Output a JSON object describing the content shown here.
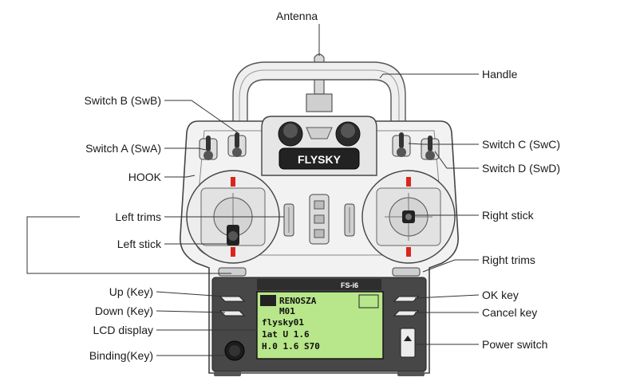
{
  "device": {
    "brand": "FLYSKY",
    "model": "FS-i6",
    "lcd_lines": [
      "RENOSZA",
      "M01",
      "flysky01",
      "1at U 1.6",
      "H.0 1.6 S70"
    ]
  },
  "labels": {
    "antenna": "Antenna",
    "handle": "Handle",
    "switch_b": "Switch B (SwB)",
    "switch_a": "Switch A (SwA)",
    "switch_c": "Switch C (SwC)",
    "switch_d": "Switch D (SwD)",
    "hook": "HOOK",
    "left_trims": "Left trims",
    "left_stick": "Left stick",
    "right_stick": "Right stick",
    "right_trims": "Right trims",
    "up_key": "Up (Key)",
    "down_key": "Down (Key)",
    "lcd_display": "LCD display",
    "binding_key": "Binding(Key)",
    "ok_key": "OK key",
    "cancel_key": "Cancel key",
    "power_switch": "Power switch"
  },
  "colors": {
    "lcd": "#b8e68a",
    "accent": "#d9261c",
    "body_dark": "#444444"
  }
}
